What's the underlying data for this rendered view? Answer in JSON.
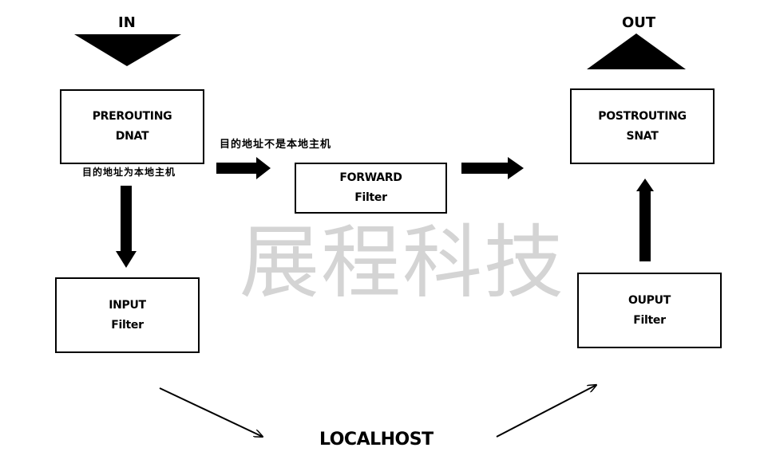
{
  "labels": {
    "in": "IN",
    "out": "OUT",
    "localhost": "LOCALHOST",
    "dest_not_local": "目的地址不是本地主机",
    "dest_local": "目的地址为本地主机"
  },
  "boxes": {
    "prerouting": {
      "title": "PREROUTING",
      "sub": "DNAT"
    },
    "forward": {
      "title": "FORWARD",
      "sub": "Filter"
    },
    "postrouting": {
      "title": "POSTROUTING",
      "sub": "SNAT"
    },
    "input": {
      "title": "INPUT",
      "sub": "Filter"
    },
    "output": {
      "title": "OUPUT",
      "sub": "Filter"
    }
  },
  "watermark": "展程科技"
}
